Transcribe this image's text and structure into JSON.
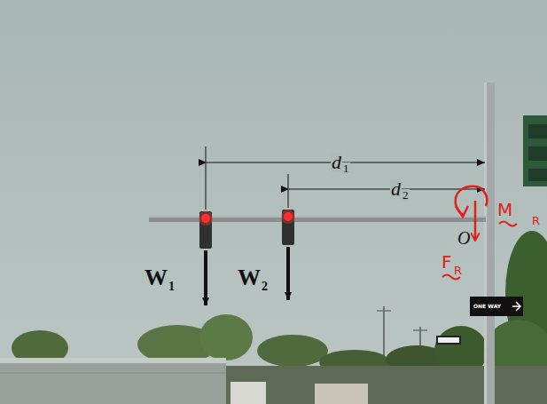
{
  "diagram": {
    "labels": [
      "d",
      "1",
      "d",
      "2",
      "W",
      "1",
      "W",
      "2",
      "O",
      "M",
      "R",
      "F",
      "R",
      "ONE WAY"
    ]
  }
}
